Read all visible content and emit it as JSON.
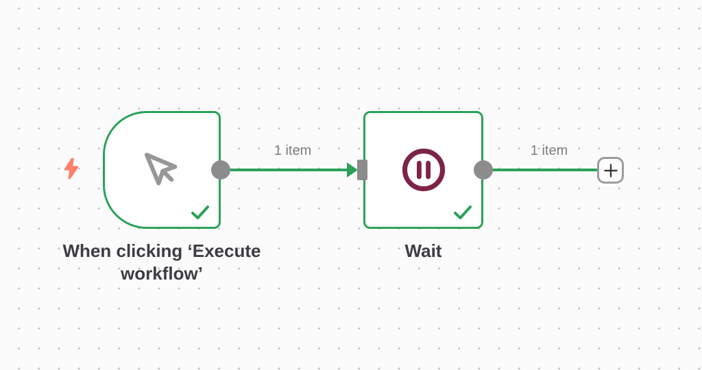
{
  "app": "workflow-editor-canvas",
  "colors": {
    "green": "#2ba157",
    "gray": "#8c8c8c",
    "burgundy": "#7d2348",
    "salmon": "#ff7f6b",
    "text": "#3b3d42",
    "muted": "#7d7d7d",
    "dot": "#b8b8b8",
    "bg": "#fbfbfb"
  },
  "nodes": [
    {
      "id": "manual-trigger",
      "label": "When clicking ‘Execute workflow’",
      "icon": "mouse-pointer-icon",
      "shape": "rounded-left-trigger",
      "status": "success"
    },
    {
      "id": "wait",
      "label": "Wait",
      "icon": "pause-icon",
      "shape": "square",
      "status": "success"
    }
  ],
  "connections": [
    {
      "from": "manual-trigger",
      "to": "wait",
      "label": "1 item"
    },
    {
      "from": "wait",
      "to": "add-node",
      "label": "1 item"
    }
  ],
  "add_button": {
    "icon": "plus-icon"
  },
  "trigger_indicator": {
    "icon": "lightning-bolt-icon"
  }
}
